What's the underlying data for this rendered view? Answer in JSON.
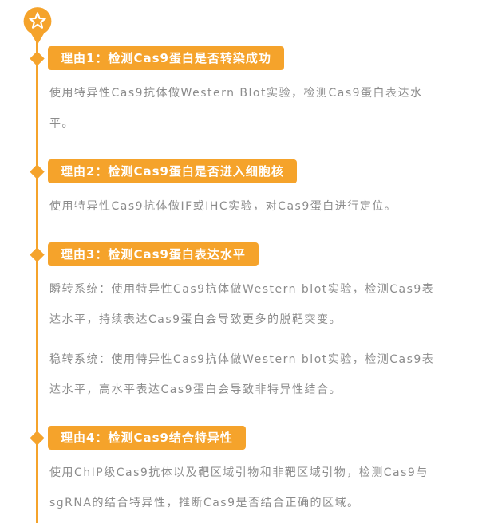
{
  "theme": {
    "accent": "#F5A32B",
    "body_text_color": "#8C8C8C",
    "badge_text_color": "#FFFFFF"
  },
  "icons": {
    "top_marker": "star-pin-icon",
    "item_marker": "diamond-node-icon"
  },
  "timeline": {
    "items": [
      {
        "title": "理由1：检测Cas9蛋白是否转染成功",
        "paragraphs": [
          "使用特异性Cas9抗体做Western Blot实验，检测Cas9蛋白表达水平。"
        ]
      },
      {
        "title": "理由2：检测Cas9蛋白是否进入细胞核",
        "paragraphs": [
          "使用特异性Cas9抗体做IF或IHC实验，对Cas9蛋白进行定位。"
        ]
      },
      {
        "title": "理由3：检测Cas9蛋白表达水平",
        "paragraphs": [
          "瞬转系统：使用特异性Cas9抗体做Western blot实验，检测Cas9表达水平，持续表达Cas9蛋白会导致更多的脱靶突变。",
          "稳转系统：使用特异性Cas9抗体做Western blot实验，检测Cas9表达水平，高水平表达Cas9蛋白会导致非特异性结合。"
        ]
      },
      {
        "title": "理由4：检测Cas9结合特异性",
        "paragraphs": [
          "使用ChIP级Cas9抗体以及靶区域引物和非靶区域引物，检测Cas9与sgRNA的结合特异性，推断Cas9是否结合正确的区域。"
        ]
      }
    ]
  }
}
